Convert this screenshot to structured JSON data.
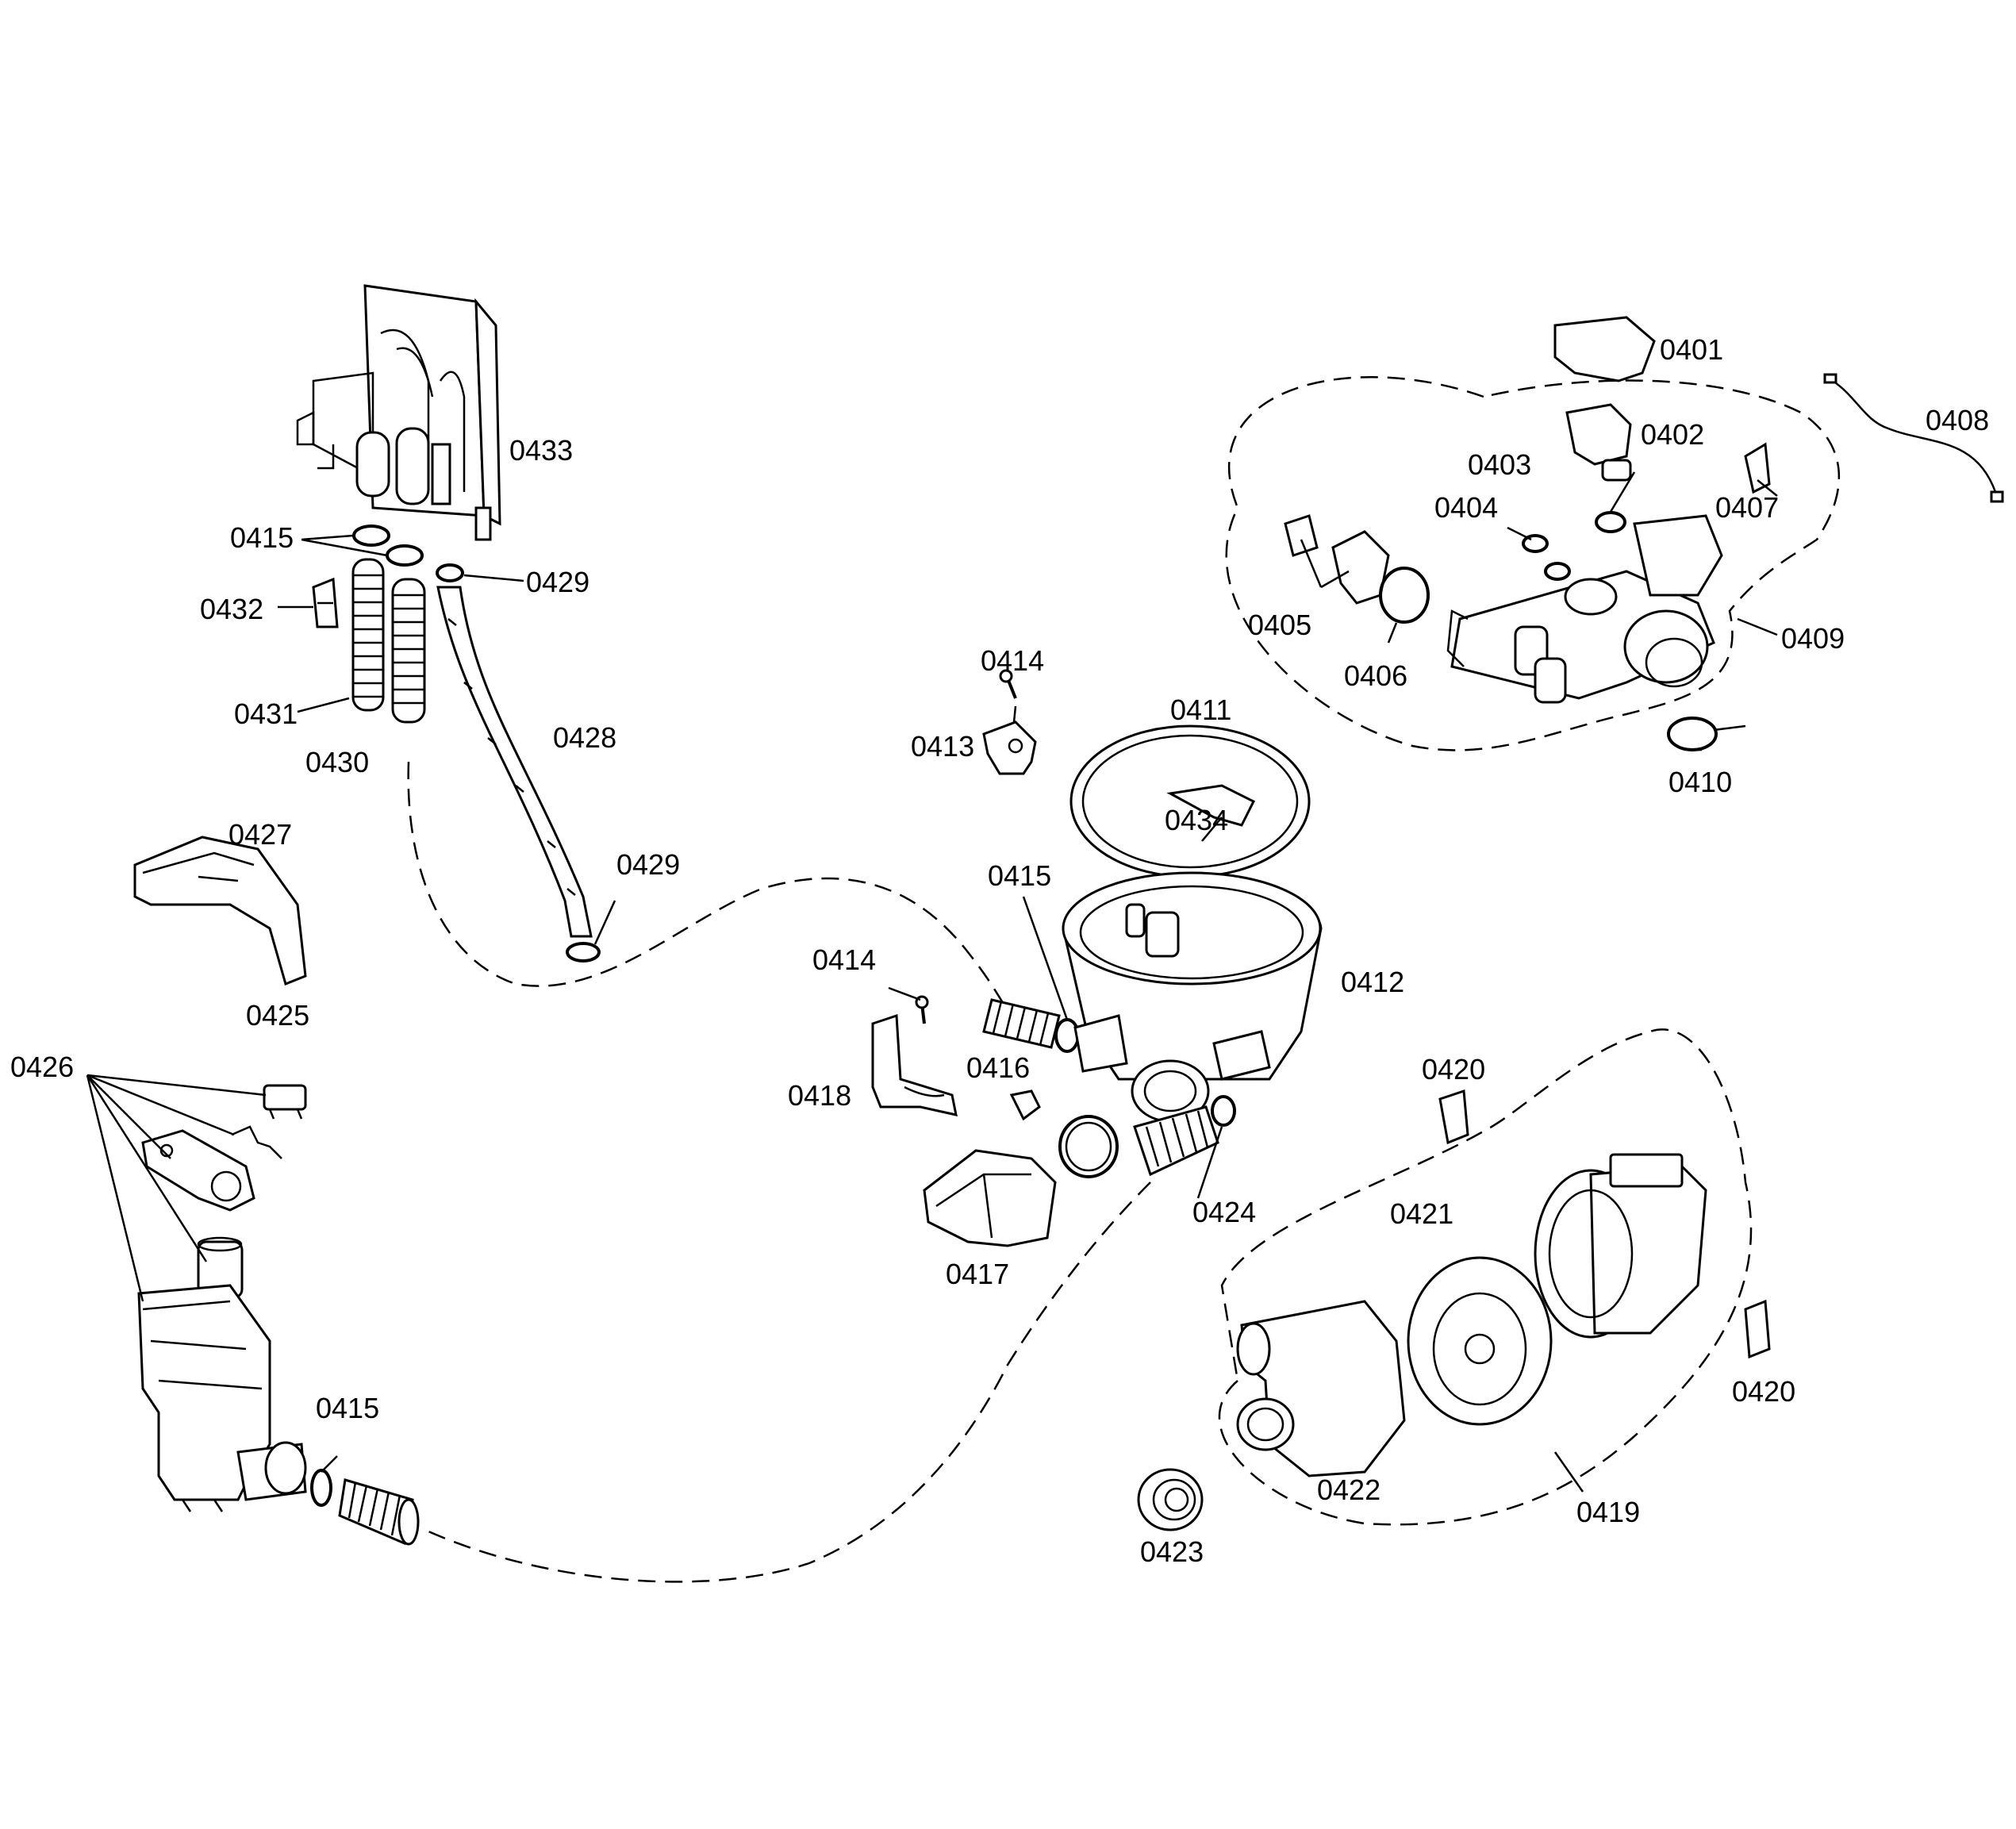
{
  "labels": {
    "p0401": "0401",
    "p0402": "0402",
    "p0403": "0403",
    "p0404": "0404",
    "p0405": "0405",
    "p0406": "0406",
    "p0407": "0407",
    "p0408": "0408",
    "p0409": "0409",
    "p0410": "0410",
    "p0411": "0411",
    "p0412": "0412",
    "p0413": "0413",
    "p0414a": "0414",
    "p0414b": "0414",
    "p0415a": "0415",
    "p0415b": "0415",
    "p0415c": "0415",
    "p0416": "0416",
    "p0417": "0417",
    "p0418": "0418",
    "p0419": "0419",
    "p0420a": "0420",
    "p0420b": "0420",
    "p0421": "0421",
    "p0422": "0422",
    "p0423": "0423",
    "p0424": "0424",
    "p0425": "0425",
    "p0426": "0426",
    "p0427": "0427",
    "p0428": "0428",
    "p0429a": "0429",
    "p0429b": "0429",
    "p0430": "0430",
    "p0431": "0431",
    "p0432": "0432",
    "p0433": "0433",
    "p0434": "0434"
  }
}
